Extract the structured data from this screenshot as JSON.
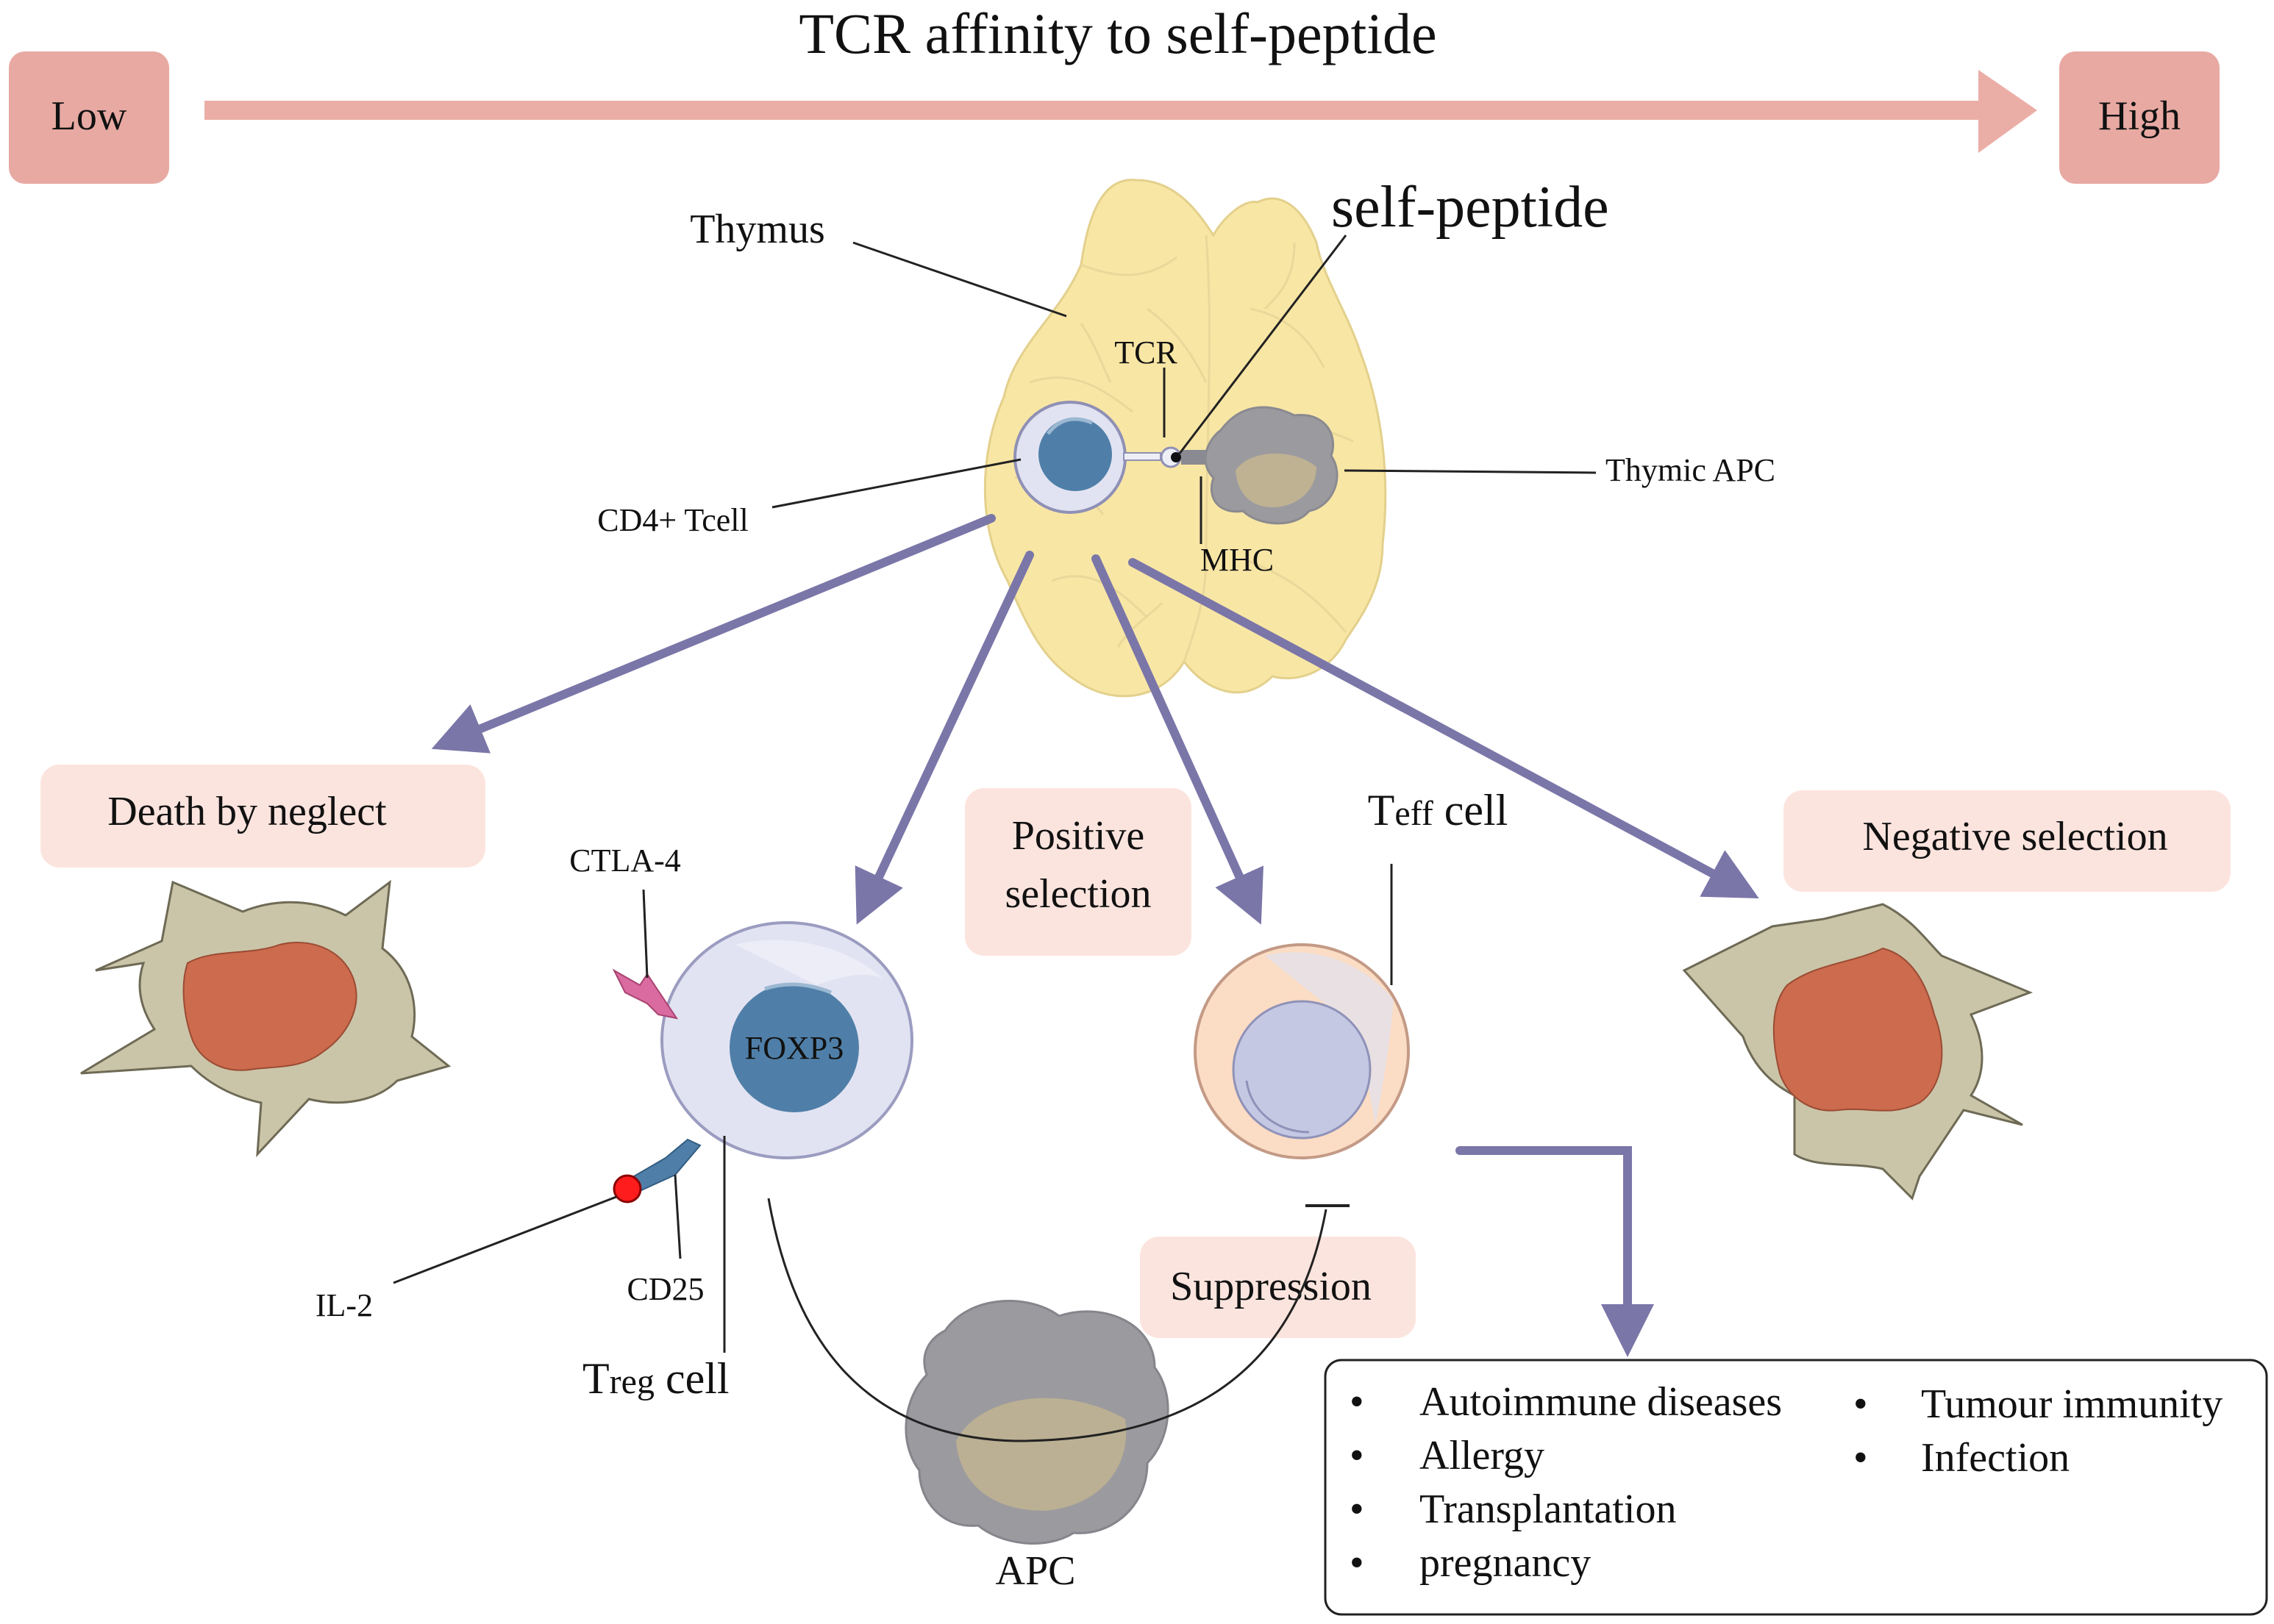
{
  "header": {
    "title": "TCR affinity to self-peptide",
    "low": "Low",
    "high": "High",
    "box_color": "#e8a9a3",
    "arrow_color": "#ebaea7"
  },
  "thymus": {
    "thymus_label": "Thymus",
    "self_peptide_label": "self-peptide",
    "tcr_label": "TCR",
    "cd4_label": "CD4+ Tcell",
    "mhc_label": "MHC",
    "thymic_apc_label": "Thymic APC",
    "color": "#f8e6a5"
  },
  "outcomes": {
    "death": "Death by neglect",
    "positive": [
      "Positive",
      "selection"
    ],
    "negative": "Negative selection",
    "suppression": "Suppression",
    "label_bg": "#fce4de"
  },
  "treg": {
    "ctla4": "CTLA-4",
    "foxp3": "FOXP3",
    "il2": "IL-2",
    "cd25": "CD25",
    "name_main": "T",
    "name_sub": "reg",
    "name_end": " cell"
  },
  "teff": {
    "name_main": "T",
    "name_sub": "eff",
    "name_end": " cell"
  },
  "apc": {
    "label": "APC"
  },
  "outcome_box": {
    "col1": [
      "Autoimmune diseases",
      "Allergy",
      "Transplantation",
      "pregnancy"
    ],
    "col2": [
      "Tumour immunity",
      "Infection"
    ]
  },
  "colors": {
    "arrow": "#7b76a8",
    "dead_cell_body": "#cac5a8",
    "dead_cell_nucleus": "#cc6b4d",
    "treg_cell": "#e2e3f2",
    "treg_nucleus": "#4f7fa8",
    "teff_cell": "#fbdcc4",
    "teff_nucleus": "#c5c8e3",
    "apc_cell": "#9b9a9f"
  }
}
